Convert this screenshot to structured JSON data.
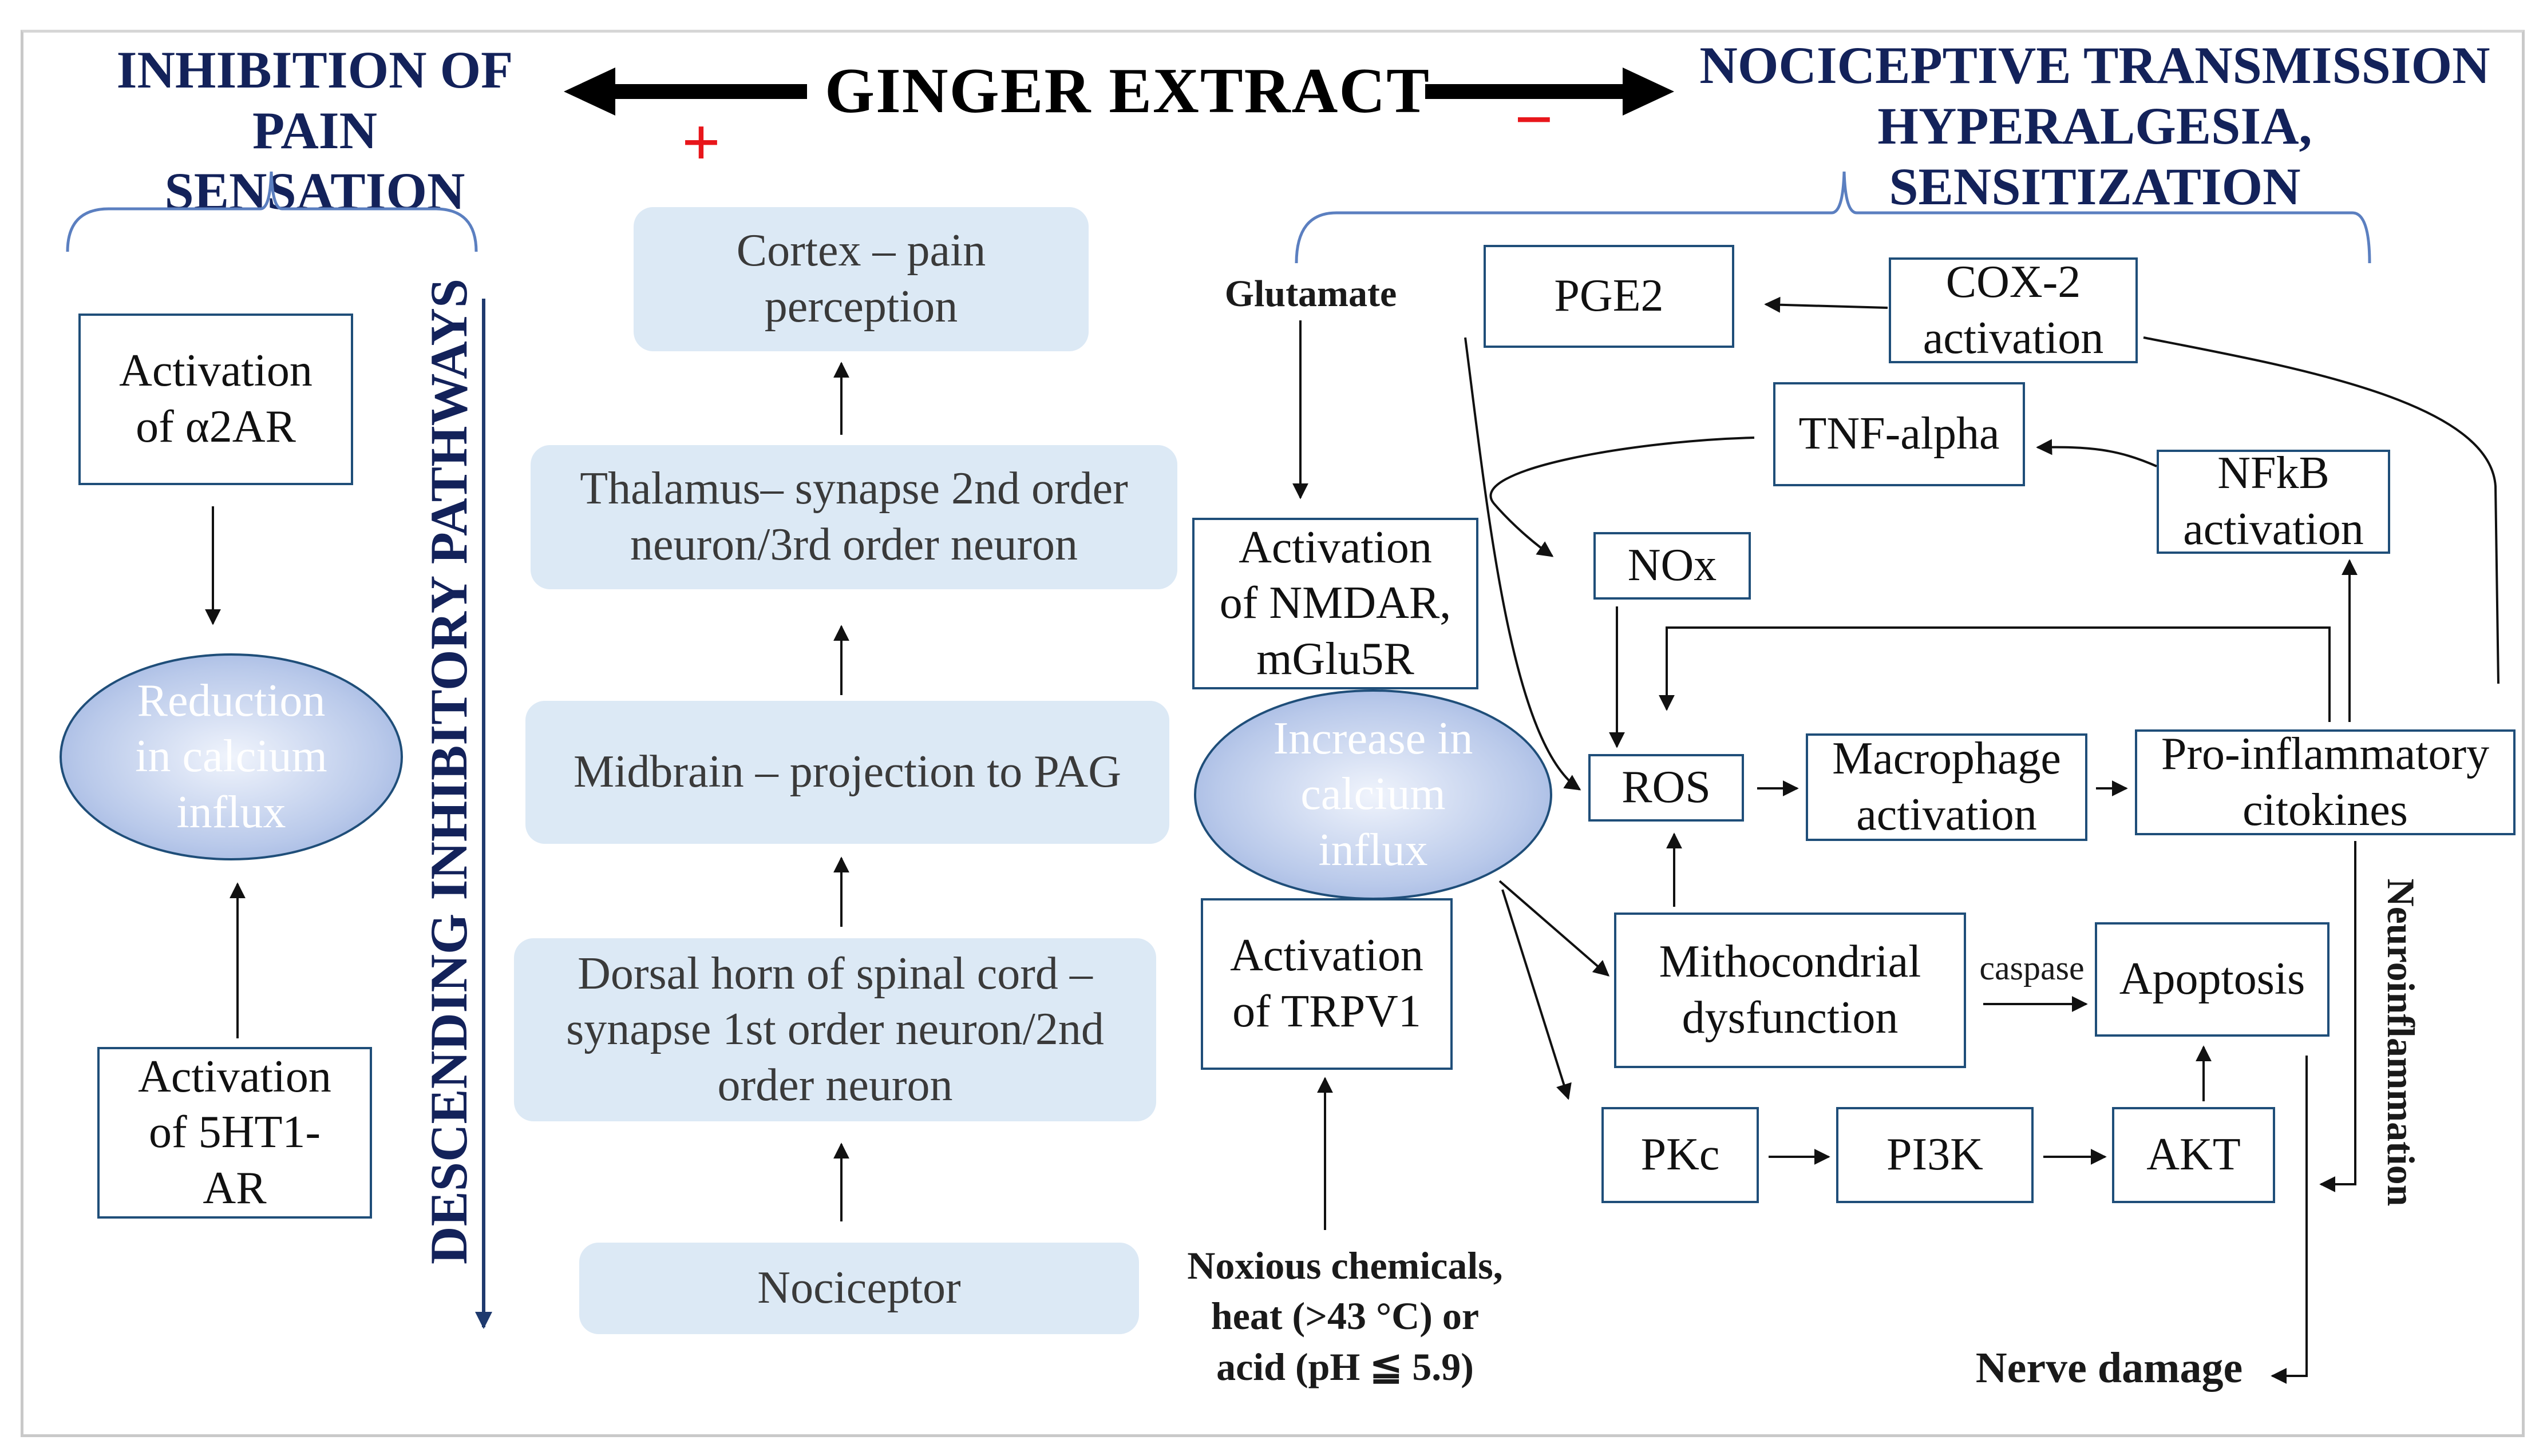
{
  "header": {
    "left": "INHIBITION  OF PAIN\nSENSATION",
    "center": "GINGER  EXTRACT",
    "right": "NOCICEPTIVE TRANSMISSION\nHYPERALGESIA, SENSITIZATION",
    "plus": "+",
    "minus": "−"
  },
  "left": {
    "a2ar": "Activation\nof α2AR",
    "reduction": "Reduction\nin calcium\ninflux",
    "ht1": "Activation\nof 5HT1-\nAR",
    "vertical": "DESCENDING INHIBITORY PATHWAYS"
  },
  "middle": {
    "cortex": "Cortex – pain\nperception",
    "thalamus": "Thalamus– synapse 2nd order\nneuron/3rd order neuron",
    "midbrain": "Midbrain – projection to PAG",
    "dorsal": "Dorsal horn of spinal cord –\nsynapse 1st order neuron/2nd\norder neuron",
    "nociceptor": "Nociceptor"
  },
  "right": {
    "glutamate": "Glutamate",
    "nmdar": "Activation\nof NMDAR,\nmGlu5R",
    "calcium": "Increase in\ncalcium\ninflux",
    "trpv1": "Activation\nof TRPV1",
    "noxious": "Noxious  chemicals,\nheat (>43 °C) or\nacid (pH ≦ 5.9)",
    "pge2": "PGE2",
    "cox2": "COX-2\nactivation",
    "tnf": "TNF-alpha",
    "nfkb": "NFkB\nactivation",
    "nox": "NOx",
    "ros": "ROS",
    "macrophage": "Macrophage\nactivation",
    "proinf": "Pro-inflammatory\ncitokines",
    "mito": "Mithocondrial\ndysfunction",
    "caspase": "caspase",
    "apoptosis": "Apoptosis",
    "pkc": "PKc",
    "pi3k": "PI3K",
    "akt": "AKT",
    "neuroinflammation": "Neuroinflammation",
    "nerve_damage": "Nerve damage"
  },
  "colors": {
    "header_text": "#13225a",
    "box_border": "#1f4e79",
    "pill_fill": "#dce9f5",
    "ellipse_fill": "#b9c9ea",
    "bracket": "#5b7fc0",
    "sign": "#e8161b"
  }
}
